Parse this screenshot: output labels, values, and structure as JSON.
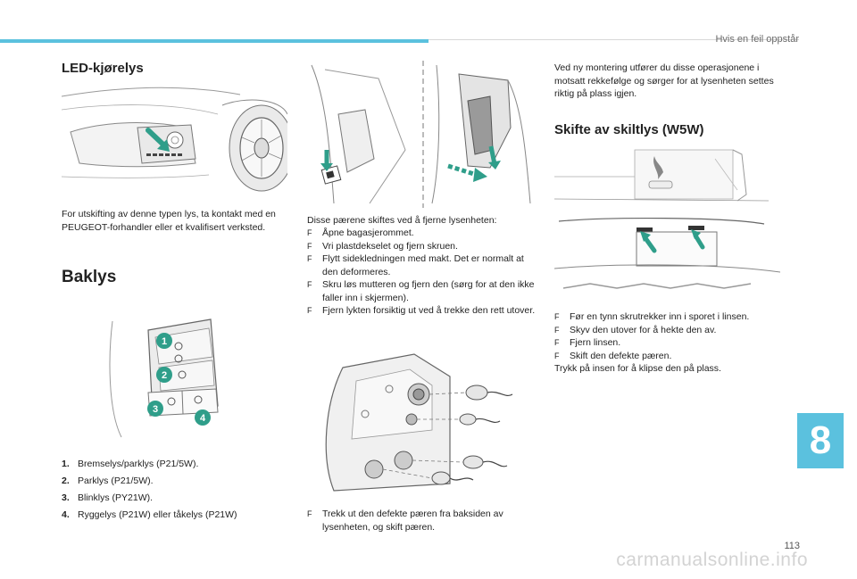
{
  "header": {
    "section": "Hvis en feil oppstår"
  },
  "led": {
    "title": "LED-kjørelys",
    "text": "For utskifting av denne typen lys, ta kontakt med en PEUGEOT-forhandler eller et kvalifisert verksted."
  },
  "baklys": {
    "title": "Baklys",
    "callouts": [
      "1",
      "2",
      "3",
      "4"
    ],
    "bulbs": [
      {
        "num": "1.",
        "text": "Bremselys/parklys (P21/5W)."
      },
      {
        "num": "2.",
        "text": "Parklys (P21/5W)."
      },
      {
        "num": "3.",
        "text": "Blinklys (PY21W)."
      },
      {
        "num": "4.",
        "text": "Ryggelys (P21W) eller tåkelys (P21W)"
      }
    ]
  },
  "removal": {
    "intro": "Disse pærene skiftes ved å fjerne lysenheten:",
    "steps": [
      "Åpne bagasjerommet.",
      "Vri plastdekselet og fjern skruen.",
      "Flytt sidekledningen med makt. Det er normalt at den deformeres.",
      "Skru løs mutteren og fjern den (sørg for at den ikke faller inn i skjermen).",
      "Fjern lykten forsiktig ut ved å trekke den rett utover."
    ],
    "bulb_step": "Trekk ut den defekte pæren fra baksiden av lysenheten, og skift pæren."
  },
  "refit": {
    "text": "Ved ny montering utfører du disse operasjonene i motsatt rekkefølge og sørger for at lysenheten settes riktig på plass igjen."
  },
  "plate": {
    "title": "Skifte av skiltlys (W5W)",
    "steps": [
      "Før en tynn skrutrekker inn i sporet i linsen.",
      "Skyv den utover for å hekte den av.",
      "Fjern linsen.",
      "Skift den defekte pæren."
    ],
    "after": "Trykk på insen for å klipse den på plass."
  },
  "bullet_glyph": "F",
  "chapter": "8",
  "page_number": "113",
  "watermark": "carmanualsonline.info",
  "colors": {
    "accent": "#5bc1de",
    "arrow_green": "#2f9e8a"
  }
}
